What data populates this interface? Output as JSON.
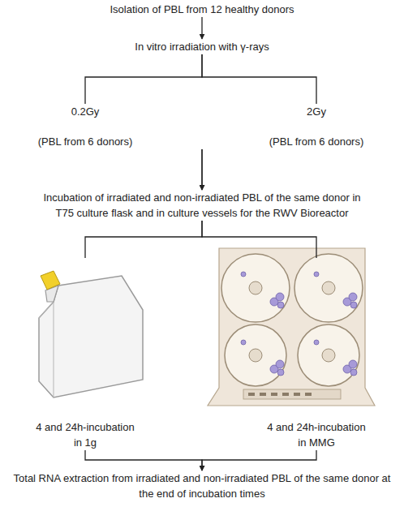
{
  "diagram": {
    "nodes": [
      {
        "text": [
          "Isolation of PBL from 12 healthy donors"
        ]
      },
      {
        "text": [
          "In vitro irradiation with γ-rays"
        ]
      },
      {
        "text": [
          "0.2Gy",
          "(PBL from 6 donors)"
        ]
      },
      {
        "text": [
          "2Gy",
          "(PBL from 6 donors)"
        ]
      },
      {
        "text": [
          "Incubation of irradiated and non-irradiated PBL of the same donor in T75 culture flask and in culture vessels for the RWV Bioreactor"
        ]
      },
      {
        "text": [
          "4 and 24h-incubation in 1g"
        ]
      },
      {
        "text": [
          "4 and 24h-incubation in MMG"
        ]
      },
      {
        "text": [
          "Total RNA extraction from irradiated and non-irradiated PBL of the same donor at the end of incubation times"
        ]
      }
    ],
    "edges": [
      {
        "from": 0,
        "to": 1,
        "arrow": "to"
      },
      {
        "from": 1,
        "to": 2,
        "arrow": "none"
      },
      {
        "from": 1,
        "to": 3,
        "arrow": "none"
      },
      {
        "from": 2,
        "to": 4,
        "arrow": "to"
      },
      {
        "from": 3,
        "to": 4,
        "arrow": "to"
      },
      {
        "from": 4,
        "to": 5,
        "arrow": "none"
      },
      {
        "from": 4,
        "to": 6,
        "arrow": "none"
      },
      {
        "from": 5,
        "to": 7,
        "arrow": "to"
      },
      {
        "from": 6,
        "to": 7,
        "arrow": "to"
      }
    ]
  }
}
